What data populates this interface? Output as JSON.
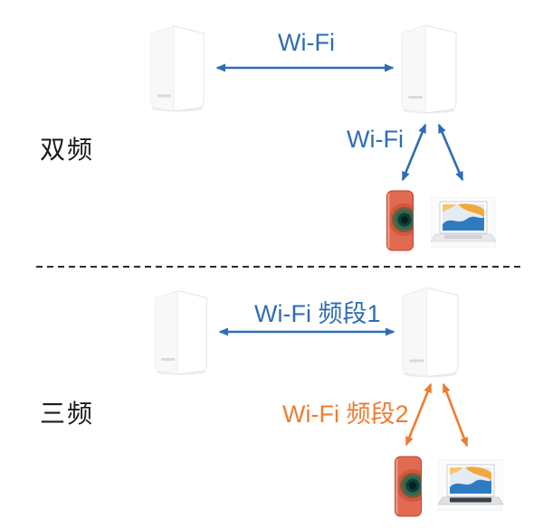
{
  "diagram": {
    "title_hint": "mesh-wifi-band-comparison",
    "colors": {
      "link_blue": "#2E6DB4",
      "link_orange": "#ED7D31",
      "label_black": "#1A1A1A"
    },
    "sections": [
      {
        "name": "dual-band",
        "row_label": "双频",
        "backhaul_link_label": "Wi-Fi",
        "client_link_label": "Wi-Fi",
        "backhaul_color": "#2E6DB4",
        "client_color": "#2E6DB4",
        "nodes": [
          "mesh-router",
          "mesh-router"
        ],
        "client_devices": [
          "smartphone",
          "laptop"
        ]
      },
      {
        "name": "tri-band",
        "row_label": "三频",
        "backhaul_link_label": "Wi-Fi 频段1",
        "client_link_label": "Wi-Fi 频段2",
        "backhaul_color": "#2E6DB4",
        "client_color": "#ED7D31",
        "nodes": [
          "mesh-router",
          "mesh-router"
        ],
        "client_devices": [
          "smartphone",
          "laptop"
        ]
      }
    ]
  }
}
